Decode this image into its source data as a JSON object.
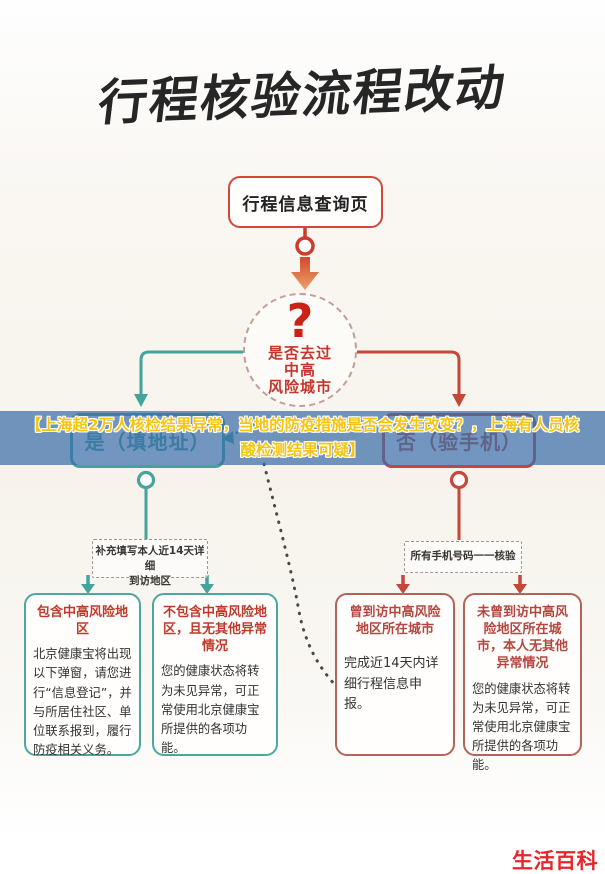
{
  "title": {
    "text": "行程核验流程改动",
    "color": "#262626"
  },
  "flowchart": {
    "top_box": {
      "label": "行程信息查询页",
      "border_color": "#d2473c"
    },
    "decision": {
      "question_mark": "?",
      "lines": [
        "是否去过",
        "中高",
        "风险城市"
      ],
      "text_color": "#c5352b"
    },
    "yes_box": {
      "label": "是（填地址）",
      "color": "#3f9e98"
    },
    "no_box": {
      "label": "否（验手机）",
      "color": "#c24b3f"
    },
    "left_step": {
      "lines": [
        "补充填写本人近14天详细",
        "到访地区"
      ]
    },
    "right_step": {
      "label": "所有手机号码一一核验"
    },
    "outcome_boxes": [
      {
        "title": "包含中高风险地区",
        "body": "北京健康宝将出现以下弹窗，请您进行“信息登记”，并与所居住社区、单位联系报到，履行防疫相关义务。",
        "accent": "teal"
      },
      {
        "title": "不包含中高风险地区，且无其他异常情况",
        "body": "您的健康状态将转为未见异常，可正常使用北京健康宝所提供的各项功能。",
        "accent": "teal"
      },
      {
        "title": "曾到访中高风险地区所在城市",
        "body": "完成近14天内详细行程信息申报。",
        "accent": "red"
      },
      {
        "title": "未曾到访中高风险地区所在城市，本人无其他异常情况",
        "body": "您的健康状态将转为未见异常，可正常使用北京健康宝所提供的各项功能。",
        "accent": "red"
      }
    ]
  },
  "overlay": {
    "line1": "【上海超2万人核检结果异常，当地的防疫措施是否会发生改变？，上海有人员核",
    "line2": "酸检测结果可疑】",
    "band_color": "rgba(60,110,168,0.72)",
    "text_color": "#f8c410"
  },
  "watermark": {
    "text": "生活百科",
    "color": "#e8252a"
  },
  "colors": {
    "teal_branch": "#42a49d",
    "red_branch": "#c4473a",
    "top_box_border": "#d2473c",
    "outcome_teal_border": "#4aa8a1",
    "outcome_red_border": "#b2635a",
    "outcome_title_red": "#c0392b",
    "arrow_orange_top": "#d2492d",
    "arrow_orange_bottom": "#eda269",
    "dotted_trail": "#4b4641"
  }
}
